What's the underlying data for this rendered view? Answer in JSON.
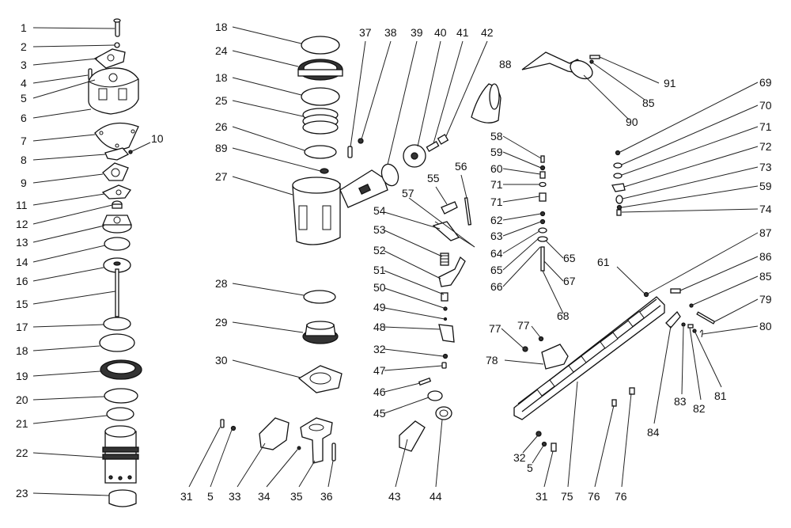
{
  "diagram": {
    "labels": [
      {
        "id": "p1",
        "text": "1"
      },
      {
        "id": "p2",
        "text": "2"
      },
      {
        "id": "p3",
        "text": "3"
      },
      {
        "id": "p4",
        "text": "4"
      },
      {
        "id": "p5a",
        "text": "5"
      },
      {
        "id": "p6",
        "text": "6"
      },
      {
        "id": "p7",
        "text": "7"
      },
      {
        "id": "p8",
        "text": "8"
      },
      {
        "id": "p9",
        "text": "9"
      },
      {
        "id": "p10",
        "text": "10"
      },
      {
        "id": "p11",
        "text": "11"
      },
      {
        "id": "p12",
        "text": "12"
      },
      {
        "id": "p13",
        "text": "13"
      },
      {
        "id": "p14",
        "text": "14"
      },
      {
        "id": "p15",
        "text": "15"
      },
      {
        "id": "p16",
        "text": "16"
      },
      {
        "id": "p17",
        "text": "17"
      },
      {
        "id": "p18a",
        "text": "18"
      },
      {
        "id": "p19",
        "text": "19"
      },
      {
        "id": "p20",
        "text": "20"
      },
      {
        "id": "p21",
        "text": "21"
      },
      {
        "id": "p22",
        "text": "22"
      },
      {
        "id": "p23",
        "text": "23"
      },
      {
        "id": "p18b",
        "text": "18"
      },
      {
        "id": "p24",
        "text": "24"
      },
      {
        "id": "p18c",
        "text": "18"
      },
      {
        "id": "p25",
        "text": "25"
      },
      {
        "id": "p26",
        "text": "26"
      },
      {
        "id": "p89",
        "text": "89"
      },
      {
        "id": "p27",
        "text": "27"
      },
      {
        "id": "p28",
        "text": "28"
      },
      {
        "id": "p29",
        "text": "29"
      },
      {
        "id": "p30",
        "text": "30"
      },
      {
        "id": "p31a",
        "text": "31"
      },
      {
        "id": "p5b",
        "text": "5"
      },
      {
        "id": "p33",
        "text": "33"
      },
      {
        "id": "p34",
        "text": "34"
      },
      {
        "id": "p35",
        "text": "35"
      },
      {
        "id": "p36",
        "text": "36"
      },
      {
        "id": "p37",
        "text": "37"
      },
      {
        "id": "p38",
        "text": "38"
      },
      {
        "id": "p39",
        "text": "39"
      },
      {
        "id": "p40",
        "text": "40"
      },
      {
        "id": "p41",
        "text": "41"
      },
      {
        "id": "p42",
        "text": "42"
      },
      {
        "id": "p55",
        "text": "55"
      },
      {
        "id": "p56",
        "text": "56"
      },
      {
        "id": "p57",
        "text": "57"
      },
      {
        "id": "p54",
        "text": "54"
      },
      {
        "id": "p53",
        "text": "53"
      },
      {
        "id": "p52",
        "text": "52"
      },
      {
        "id": "p51",
        "text": "51"
      },
      {
        "id": "p50",
        "text": "50"
      },
      {
        "id": "p49",
        "text": "49"
      },
      {
        "id": "p48",
        "text": "48"
      },
      {
        "id": "p32a",
        "text": "32"
      },
      {
        "id": "p47",
        "text": "47"
      },
      {
        "id": "p46",
        "text": "46"
      },
      {
        "id": "p45",
        "text": "45"
      },
      {
        "id": "p43",
        "text": "43"
      },
      {
        "id": "p44",
        "text": "44"
      },
      {
        "id": "p88",
        "text": "88"
      },
      {
        "id": "p58",
        "text": "58"
      },
      {
        "id": "p59a",
        "text": "59"
      },
      {
        "id": "p60",
        "text": "60"
      },
      {
        "id": "p71a",
        "text": "71"
      },
      {
        "id": "p71b",
        "text": "71"
      },
      {
        "id": "p62",
        "text": "62"
      },
      {
        "id": "p63",
        "text": "63"
      },
      {
        "id": "p64",
        "text": "64"
      },
      {
        "id": "p65a",
        "text": "65"
      },
      {
        "id": "p65b",
        "text": "65"
      },
      {
        "id": "p66",
        "text": "66"
      },
      {
        "id": "p67",
        "text": "67"
      },
      {
        "id": "p68",
        "text": "68"
      },
      {
        "id": "p91",
        "text": "91"
      },
      {
        "id": "p85a",
        "text": "85"
      },
      {
        "id": "p90",
        "text": "90"
      },
      {
        "id": "p69",
        "text": "69"
      },
      {
        "id": "p70",
        "text": "70"
      },
      {
        "id": "p71c",
        "text": "71"
      },
      {
        "id": "p72",
        "text": "72"
      },
      {
        "id": "p73",
        "text": "73"
      },
      {
        "id": "p59b",
        "text": "59"
      },
      {
        "id": "p74",
        "text": "74"
      },
      {
        "id": "p87",
        "text": "87"
      },
      {
        "id": "p86",
        "text": "86"
      },
      {
        "id": "p85b",
        "text": "85"
      },
      {
        "id": "p79",
        "text": "79"
      },
      {
        "id": "p80",
        "text": "80"
      },
      {
        "id": "p61",
        "text": "61"
      },
      {
        "id": "p77a",
        "text": "77"
      },
      {
        "id": "p77b",
        "text": "77"
      },
      {
        "id": "p78",
        "text": "78"
      },
      {
        "id": "p84",
        "text": "84"
      },
      {
        "id": "p83",
        "text": "83"
      },
      {
        "id": "p82",
        "text": "82"
      },
      {
        "id": "p81",
        "text": "81"
      },
      {
        "id": "p32b",
        "text": "32"
      },
      {
        "id": "p5c",
        "text": "5"
      },
      {
        "id": "p31b",
        "text": "31"
      },
      {
        "id": "p75",
        "text": "75"
      },
      {
        "id": "p76a",
        "text": "76"
      },
      {
        "id": "p76b",
        "text": "76"
      }
    ]
  }
}
